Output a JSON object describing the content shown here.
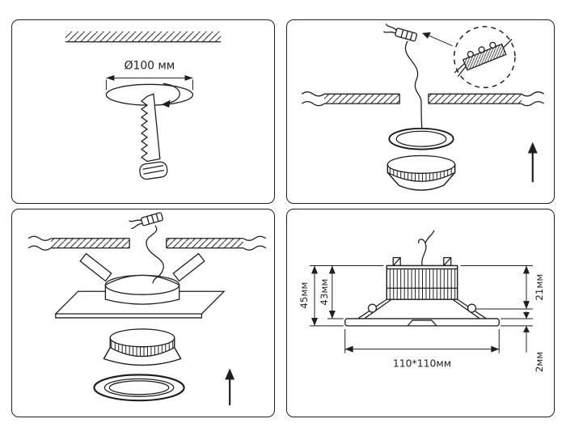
{
  "colors": {
    "background": "#ffffff",
    "line": "#1f1f1f"
  },
  "step1": {
    "hole_diameter_label": "Ø100 мм"
  },
  "step4": {
    "total_height_label": "45мм",
    "body_height_label": "43мм",
    "recess_height_label": "21мм",
    "flange_thickness_label": "2мм",
    "trim_size_label": "110*110мм"
  },
  "icons": {
    "up_arrow": "arrow-up",
    "rotation_arrow": "rotate-clockwise",
    "detail_callout": "dashed-zoom-circle",
    "hole_saw": "serrated-cutting-blade",
    "connector": "wire-plug"
  }
}
